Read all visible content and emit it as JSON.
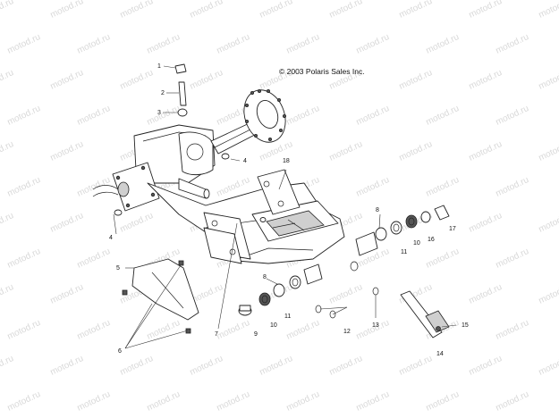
{
  "copyright": "© 2003 Polaris Sales Inc.",
  "watermark": "motod.ru",
  "callouts": [
    {
      "id": "c1",
      "text": "1"
    },
    {
      "id": "c2",
      "text": "2"
    },
    {
      "id": "c3",
      "text": "3"
    },
    {
      "id": "c4a",
      "text": "4"
    },
    {
      "id": "c4b",
      "text": "4"
    },
    {
      "id": "c5",
      "text": "5"
    },
    {
      "id": "c6",
      "text": "6"
    },
    {
      "id": "c7",
      "text": "7"
    },
    {
      "id": "c8a",
      "text": "8"
    },
    {
      "id": "c8b",
      "text": "8"
    },
    {
      "id": "c9",
      "text": "9"
    },
    {
      "id": "c10a",
      "text": "10"
    },
    {
      "id": "c10b",
      "text": "10"
    },
    {
      "id": "c11a",
      "text": "11"
    },
    {
      "id": "c11b",
      "text": "11"
    },
    {
      "id": "c12",
      "text": "12"
    },
    {
      "id": "c13",
      "text": "13"
    },
    {
      "id": "c14",
      "text": "14"
    },
    {
      "id": "c15",
      "text": "15"
    },
    {
      "id": "c16",
      "text": "16"
    },
    {
      "id": "c17",
      "text": "17"
    },
    {
      "id": "c18",
      "text": "18"
    }
  ]
}
